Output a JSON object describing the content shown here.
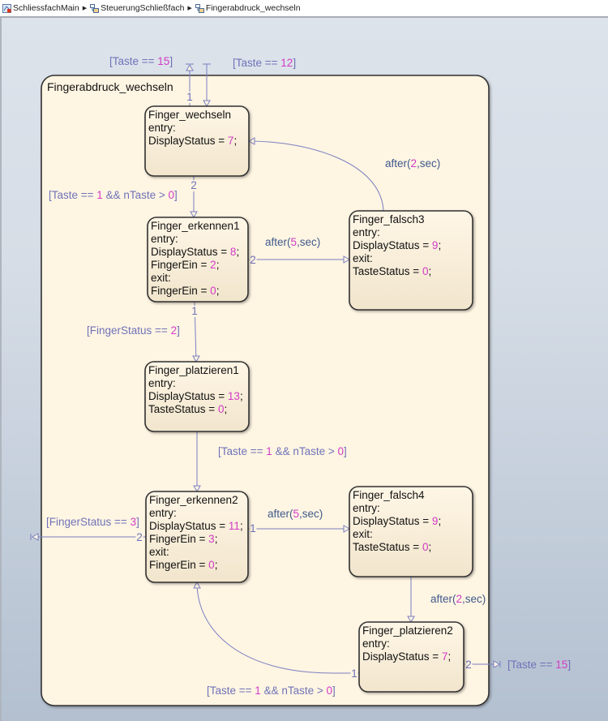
{
  "breadcrumb": {
    "items": [
      {
        "label": "SchliessfachMain",
        "icon": "model-icon"
      },
      {
        "label": "SteuerungSchließfach",
        "icon": "chart-icon"
      },
      {
        "label": "Fingerabdruck_wechseln",
        "icon": "chart-icon"
      }
    ],
    "separator": "▶"
  },
  "superstate": {
    "name": "Fingerabdruck_wechseln"
  },
  "colors": {
    "number_literal": "#d23cc6",
    "transition": "#7a80c0",
    "label": "#6e73b8",
    "event_label": "#3f5a8a",
    "state_fill": "#fff5e3"
  },
  "states": [
    {
      "id": "finger_wechseln",
      "name": "Finger_wechseln",
      "lines": [
        [
          {
            "t": "entry:"
          }
        ],
        [
          {
            "t": "DisplayStatus = "
          },
          {
            "n": "7"
          },
          {
            "t": ";"
          }
        ]
      ]
    },
    {
      "id": "finger_erkennen1",
      "name": "Finger_erkennen1",
      "lines": [
        [
          {
            "t": "entry:"
          }
        ],
        [
          {
            "t": "DisplayStatus = "
          },
          {
            "n": "8"
          },
          {
            "t": ";"
          }
        ],
        [
          {
            "t": "FingerEin = "
          },
          {
            "n": "2"
          },
          {
            "t": ";"
          }
        ],
        [
          {
            "t": "exit:"
          }
        ],
        [
          {
            "t": "FingerEin = "
          },
          {
            "n": "0"
          },
          {
            "t": ";"
          }
        ]
      ]
    },
    {
      "id": "finger_falsch3",
      "name": "Finger_falsch3",
      "lines": [
        [
          {
            "t": "entry:"
          }
        ],
        [
          {
            "t": "DisplayStatus = "
          },
          {
            "n": "9"
          },
          {
            "t": ";"
          }
        ],
        [
          {
            "t": "exit:"
          }
        ],
        [
          {
            "t": "TasteStatus = "
          },
          {
            "n": "0"
          },
          {
            "t": ";"
          }
        ]
      ]
    },
    {
      "id": "finger_platzieren1",
      "name": "Finger_platzieren1",
      "lines": [
        [
          {
            "t": "entry:"
          }
        ],
        [
          {
            "t": "DisplayStatus = "
          },
          {
            "n": "13"
          },
          {
            "t": ";"
          }
        ],
        [
          {
            "t": "TasteStatus = "
          },
          {
            "n": "0"
          },
          {
            "t": ";"
          }
        ]
      ]
    },
    {
      "id": "finger_erkennen2",
      "name": "Finger_erkennen2",
      "lines": [
        [
          {
            "t": "entry:"
          }
        ],
        [
          {
            "t": "DisplayStatus = "
          },
          {
            "n": "11"
          },
          {
            "t": ";"
          }
        ],
        [
          {
            "t": "FingerEin = "
          },
          {
            "n": "3"
          },
          {
            "t": ";"
          }
        ],
        [
          {
            "t": "exit:"
          }
        ],
        [
          {
            "t": "FingerEin = "
          },
          {
            "n": "0"
          },
          {
            "t": ";"
          }
        ]
      ]
    },
    {
      "id": "finger_falsch4",
      "name": "Finger_falsch4",
      "lines": [
        [
          {
            "t": "entry:"
          }
        ],
        [
          {
            "t": "DisplayStatus = "
          },
          {
            "n": "9"
          },
          {
            "t": ";"
          }
        ],
        [
          {
            "t": "exit:"
          }
        ],
        [
          {
            "t": "TasteStatus = "
          },
          {
            "n": "0"
          },
          {
            "t": ";"
          }
        ]
      ]
    },
    {
      "id": "finger_platzieren2",
      "name": "Finger_platzieren2",
      "lines": [
        [
          {
            "t": "entry:"
          }
        ],
        [
          {
            "t": "DisplayStatus = "
          },
          {
            "n": "7"
          },
          {
            "t": ";"
          }
        ]
      ]
    }
  ],
  "transitions": [
    {
      "id": "exit-taste15-top",
      "from": "finger_wechseln",
      "to": "outside",
      "order": "1",
      "label": [
        {
          "t": "[Taste == "
        },
        {
          "n": "15"
        },
        {
          "t": "]"
        }
      ],
      "style": "guard"
    },
    {
      "id": "entry-taste12",
      "from": "outside",
      "to": "finger_wechseln",
      "order": "",
      "label": [
        {
          "t": "[Taste == "
        },
        {
          "n": "12"
        },
        {
          "t": "]"
        }
      ],
      "style": "guard"
    },
    {
      "id": "wechseln-to-erkennen1",
      "from": "finger_wechseln",
      "to": "finger_erkennen1",
      "order": "2",
      "label": [
        {
          "t": "[Taste == "
        },
        {
          "n": "1"
        },
        {
          "t": " && nTaste > "
        },
        {
          "n": "0"
        },
        {
          "t": "]"
        }
      ],
      "style": "guard"
    },
    {
      "id": "erkennen1-to-falsch3",
      "from": "finger_erkennen1",
      "to": "finger_falsch3",
      "order": "2",
      "label": [
        {
          "t": "after("
        },
        {
          "n": "5"
        },
        {
          "t": ",sec)"
        }
      ],
      "style": "event"
    },
    {
      "id": "falsch3-to-wechseln",
      "from": "finger_falsch3",
      "to": "finger_wechseln",
      "order": "",
      "label": [
        {
          "t": "after("
        },
        {
          "n": "2"
        },
        {
          "t": ",sec)"
        }
      ],
      "style": "event"
    },
    {
      "id": "erkennen1-to-platzieren1",
      "from": "finger_erkennen1",
      "to": "finger_platzieren1",
      "order": "1",
      "label": [
        {
          "t": "[FingerStatus == "
        },
        {
          "n": "2"
        },
        {
          "t": "]"
        }
      ],
      "style": "guard"
    },
    {
      "id": "platzieren1-to-erkennen2",
      "from": "finger_platzieren1",
      "to": "finger_erkennen2",
      "order": "",
      "label": [
        {
          "t": "[Taste == "
        },
        {
          "n": "1"
        },
        {
          "t": " && nTaste > "
        },
        {
          "n": "0"
        },
        {
          "t": "]"
        }
      ],
      "style": "guard"
    },
    {
      "id": "erkennen2-exit-fingerstatus3",
      "from": "finger_erkennen2",
      "to": "outside",
      "order": "2",
      "label": [
        {
          "t": "[FingerStatus == "
        },
        {
          "n": "3"
        },
        {
          "t": "]"
        }
      ],
      "style": "guard"
    },
    {
      "id": "erkennen2-to-falsch4",
      "from": "finger_erkennen2",
      "to": "finger_falsch4",
      "order": "1",
      "label": [
        {
          "t": "after("
        },
        {
          "n": "5"
        },
        {
          "t": ",sec)"
        }
      ],
      "style": "event"
    },
    {
      "id": "falsch4-to-platzieren2",
      "from": "finger_falsch4",
      "to": "finger_platzieren2",
      "order": "",
      "label": [
        {
          "t": "after("
        },
        {
          "n": "2"
        },
        {
          "t": ",sec)"
        }
      ],
      "style": "event"
    },
    {
      "id": "platzieren2-to-erkennen2",
      "from": "finger_platzieren2",
      "to": "finger_erkennen2",
      "order": "1",
      "label": [
        {
          "t": "[Taste == "
        },
        {
          "n": "1"
        },
        {
          "t": " && nTaste > "
        },
        {
          "n": "0"
        },
        {
          "t": "]"
        }
      ],
      "style": "guard"
    },
    {
      "id": "platzieren2-exit-taste15",
      "from": "finger_platzieren2",
      "to": "outside",
      "order": "2",
      "label": [
        {
          "t": "[Taste == "
        },
        {
          "n": "15"
        },
        {
          "t": "]"
        }
      ],
      "style": "guard"
    }
  ]
}
